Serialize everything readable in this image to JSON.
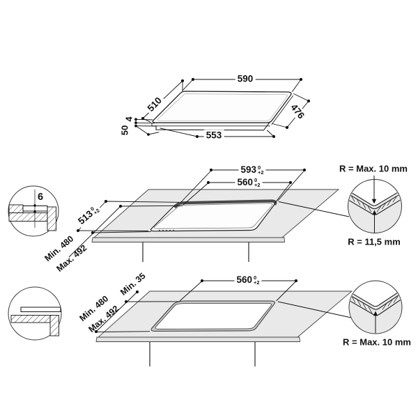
{
  "top_view": {
    "width_top": "590",
    "depth_left": "510",
    "glass_thickness": "4",
    "body_height": "50",
    "width_bottom": "553",
    "depth_right": "476"
  },
  "flush_view": {
    "recess_width": "593",
    "recess_width_tol_top": "0",
    "recess_width_tol_bottom": "+2",
    "cutout_width": "560",
    "cutout_width_tol_top": "0",
    "cutout_width_tol_bottom": "+2",
    "recess_depth": "513",
    "recess_depth_tol_top": "0",
    "recess_depth_tol_bottom": "+2",
    "cutout_depth_min": "Min. 480",
    "cutout_depth_max": "Max. 492",
    "recess_depth_mm": "6",
    "radius_cutout": "R = Max. 10 mm",
    "radius_hob": "R = 11,5 mm"
  },
  "overlay_view": {
    "cutout_width": "560",
    "cutout_width_tol_top": "0",
    "cutout_width_tol_bottom": "+2",
    "rear_distance": "Min. 35",
    "cutout_depth_min": "Min. 480",
    "cutout_depth_max": "Max. 492",
    "radius_cutout": "R = Max. 10 mm"
  }
}
